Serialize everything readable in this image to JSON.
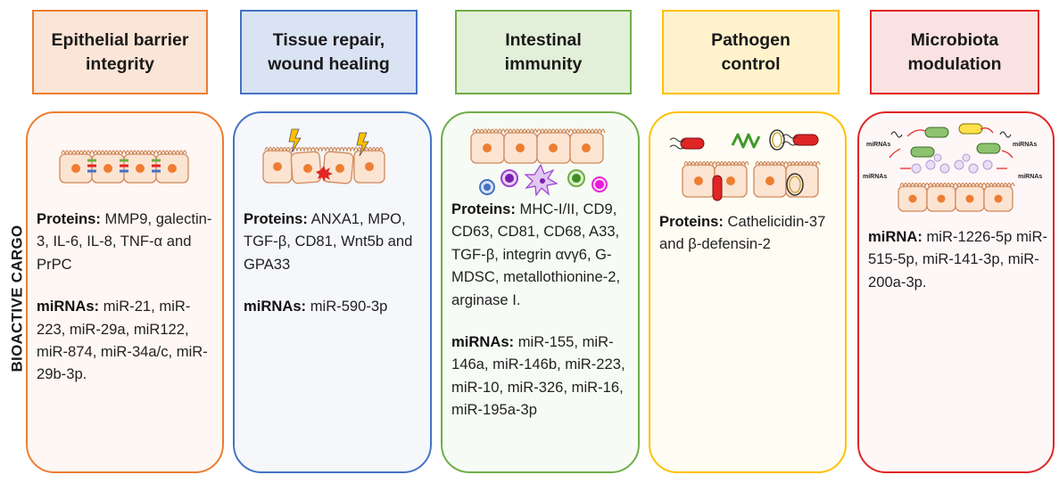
{
  "side_label": "BIOACTIVE CARGO",
  "columns": [
    {
      "title": "Epithelial barrier\nintegrity",
      "colors": {
        "border": "#ed7d31",
        "header_fill": "#fbe5d6"
      },
      "illustration": "epithelium-tight-junctions-icon",
      "blocks": [
        {
          "label": "Proteins:",
          "text": " MMP9, galectin-3, IL-6, IL-8, TNF-α and PrPC"
        },
        {
          "label": "miRNAs:",
          "text": " miR-21, miR-223, miR-29a, miR122, miR-874, miR-34a/c, miR-29b-3p."
        }
      ]
    },
    {
      "title": "Tissue repair,\nwound healing",
      "colors": {
        "border": "#4472c4",
        "header_fill": "#dae3f3"
      },
      "illustration": "damaged-epithelium-icon",
      "blocks": [
        {
          "label": "Proteins:",
          "text": " ANXA1, MPO, TGF-β, CD81, Wnt5b and GPA33"
        },
        {
          "label": "miRNAs:",
          "text": " miR-590-3p"
        }
      ]
    },
    {
      "title": "Intestinal\nimmunity",
      "colors": {
        "border": "#70ad47",
        "header_fill": "#e2f0d9"
      },
      "illustration": "epithelium-immune-cells-icon",
      "blocks": [
        {
          "label": "Proteins:",
          "text": " MHC-I/II, CD9, CD63, CD81, CD68, A33, TGF-β, integrin αvγ6, G-MDSC, metallothionine-2, arginase I."
        },
        {
          "label": "miRNAs:",
          "text": " miR-155, miR-146a, miR-146b, miR-223, miR-10, miR-326, miR-16, miR-195a-3p"
        }
      ]
    },
    {
      "title": "Pathogen\ncontrol",
      "colors": {
        "border": "#ffc000",
        "header_fill": "#fff2cc"
      },
      "illustration": "bacteria-epithelium-icon",
      "blocks": [
        {
          "label": "Proteins:",
          "text": " Cathelicidin-37 and β-defensin-2"
        }
      ]
    },
    {
      "title": "Microbiota\nmodulation",
      "colors": {
        "border": "#e02525",
        "header_fill": "#fbe2e2"
      },
      "illustration": "microbiota-mirna-icon",
      "illustration_labels": [
        "miRNAs",
        "miRNAs",
        "miRNAs",
        "miRNAs"
      ],
      "blocks": [
        {
          "label": "miRNA:",
          "text": " miR-1226-5p miR-515-5p, miR-141-3p, miR-200a-3p."
        }
      ]
    }
  ]
}
